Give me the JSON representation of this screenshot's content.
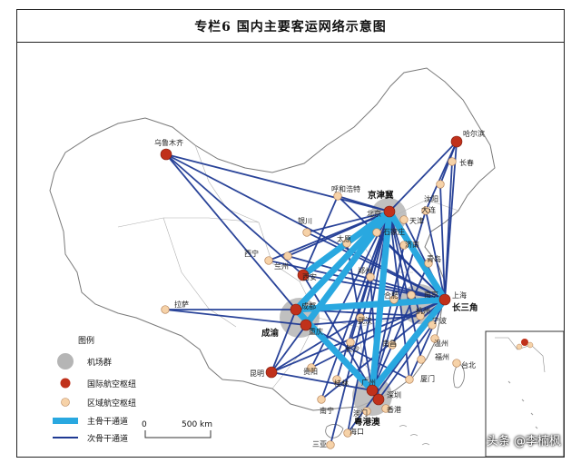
{
  "title": "专栏6  国内主要客运网络示意图",
  "colors": {
    "trunk": "#29a8e0",
    "secondary": "#1f3a93",
    "international": "#c0311b",
    "regional": "#f6d2a8",
    "regional_stroke": "#b8855a",
    "cluster": "#b5b5b5",
    "border": "#7a7a7a"
  },
  "clusters": [
    {
      "id": "jjj",
      "label": "京津冀"
    },
    {
      "id": "csj",
      "label": "长三角"
    },
    {
      "id": "cy",
      "label": "成渝"
    },
    {
      "id": "ygy",
      "label": "粤港澳"
    }
  ],
  "international_hubs": [
    {
      "id": "urumqi",
      "label": "乌鲁木齐"
    },
    {
      "id": "harbin",
      "label": "哈尔滨"
    },
    {
      "id": "beijing",
      "label": "北京"
    },
    {
      "id": "shanghai",
      "label": "上海"
    },
    {
      "id": "chengdu",
      "label": "成都"
    },
    {
      "id": "chongqing",
      "label": "重庆"
    },
    {
      "id": "xian",
      "label": "西安"
    },
    {
      "id": "kunming",
      "label": "昆明"
    },
    {
      "id": "guangzhou",
      "label": "广州"
    },
    {
      "id": "shenzhen",
      "label": "深圳"
    }
  ],
  "regional_hubs": [
    {
      "id": "changchun",
      "label": "长春"
    },
    {
      "id": "shenyang",
      "label": "沈阳"
    },
    {
      "id": "dalian",
      "label": "大连"
    },
    {
      "id": "tianjin",
      "label": "天津"
    },
    {
      "id": "huhehaote",
      "label": "呼和浩特"
    },
    {
      "id": "yinchuan",
      "label": "银川"
    },
    {
      "id": "taiyuan",
      "label": "太原"
    },
    {
      "id": "shijiazhuang",
      "label": "石家庄"
    },
    {
      "id": "jinan",
      "label": "济南"
    },
    {
      "id": "qingdao",
      "label": "青岛"
    },
    {
      "id": "xining",
      "label": "西宁"
    },
    {
      "id": "lanzhou",
      "label": "兰州"
    },
    {
      "id": "zhengzhou",
      "label": "郑州"
    },
    {
      "id": "hefei",
      "label": "合肥"
    },
    {
      "id": "nanjing",
      "label": "南京"
    },
    {
      "id": "hangzhou",
      "label": "杭州"
    },
    {
      "id": "ningbo",
      "label": "宁波"
    },
    {
      "id": "wuhan",
      "label": "武汉"
    },
    {
      "id": "changsha",
      "label": "长沙"
    },
    {
      "id": "nanchang",
      "label": "南昌"
    },
    {
      "id": "wenzhou",
      "label": "温州"
    },
    {
      "id": "fuzhou",
      "label": "福州"
    },
    {
      "id": "xiamen",
      "label": "厦门"
    },
    {
      "id": "guiyang",
      "label": "贵阳"
    },
    {
      "id": "guilin",
      "label": "桂林"
    },
    {
      "id": "nanning",
      "label": "南宁"
    },
    {
      "id": "haikou",
      "label": "海口"
    },
    {
      "id": "sanya",
      "label": "三亚"
    },
    {
      "id": "lhasa",
      "label": "拉萨"
    },
    {
      "id": "hongkong",
      "label": "香港"
    },
    {
      "id": "aomen",
      "label": "澳门"
    },
    {
      "id": "taibei",
      "label": "台北"
    }
  ],
  "legend": {
    "heading": "图例",
    "cluster": "机场群",
    "international": "国际航空枢纽",
    "regional": "区域航空枢纽",
    "trunk": "主骨干通道",
    "secondary": "次骨干通道"
  },
  "scale": {
    "zero": "0",
    "value": "500 km"
  },
  "watermark": "头条 @李楠枫"
}
